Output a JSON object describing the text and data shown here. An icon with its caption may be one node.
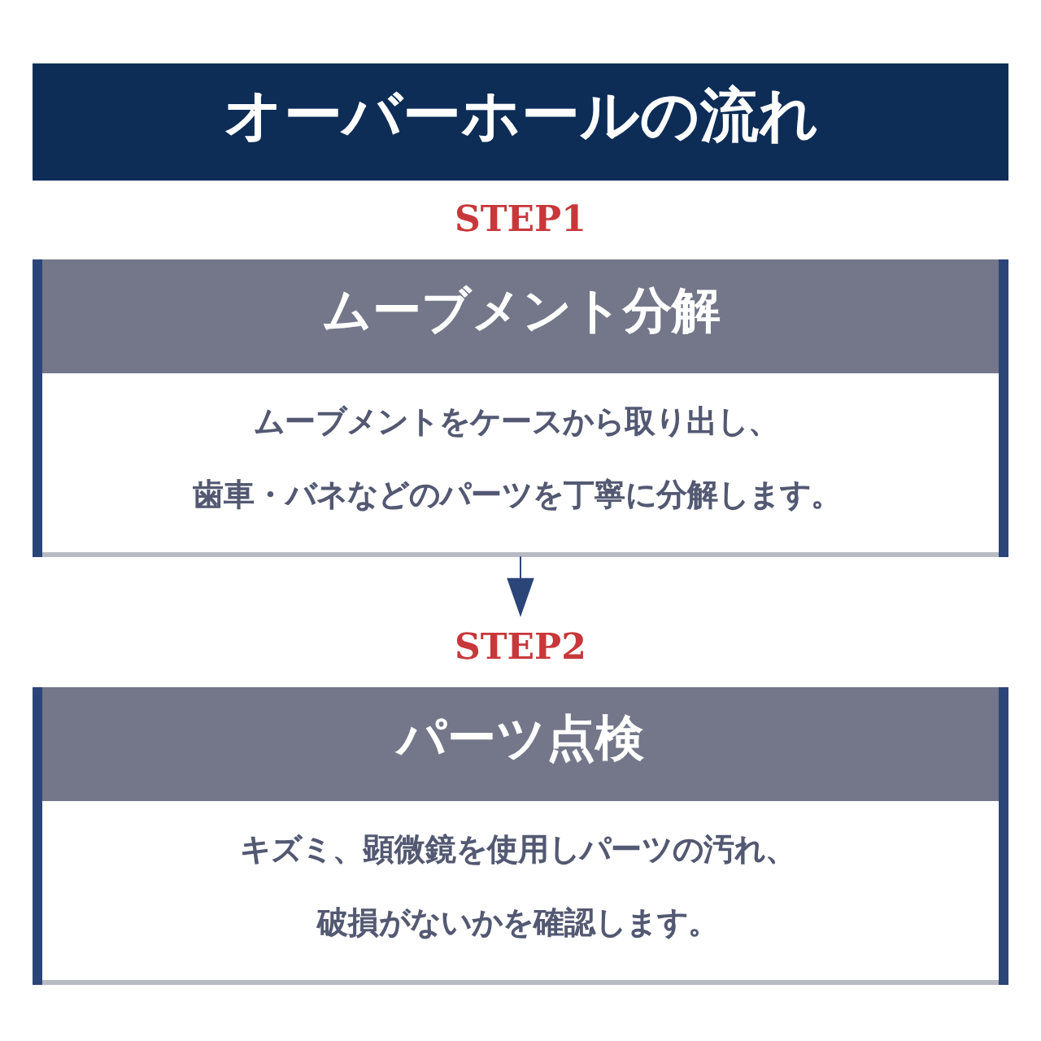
{
  "diagram": {
    "title": "オーバーホールの流れ",
    "nodes": [
      {
        "text": [
          "STEP1",
          "ムーブメント分解",
          "ムーブメントをケースから取り出し、歯車・バネなどのパーツを丁寧に分解します。"
        ]
      },
      {
        "text": [
          "STEP2",
          "パーツ点検",
          "キズミ、顕微鏡を使用しパーツの汚れ、破損がないかを確認します。"
        ]
      }
    ],
    "edges": [
      {
        "from": 0,
        "to": 1,
        "arrow": "to"
      }
    ]
  }
}
